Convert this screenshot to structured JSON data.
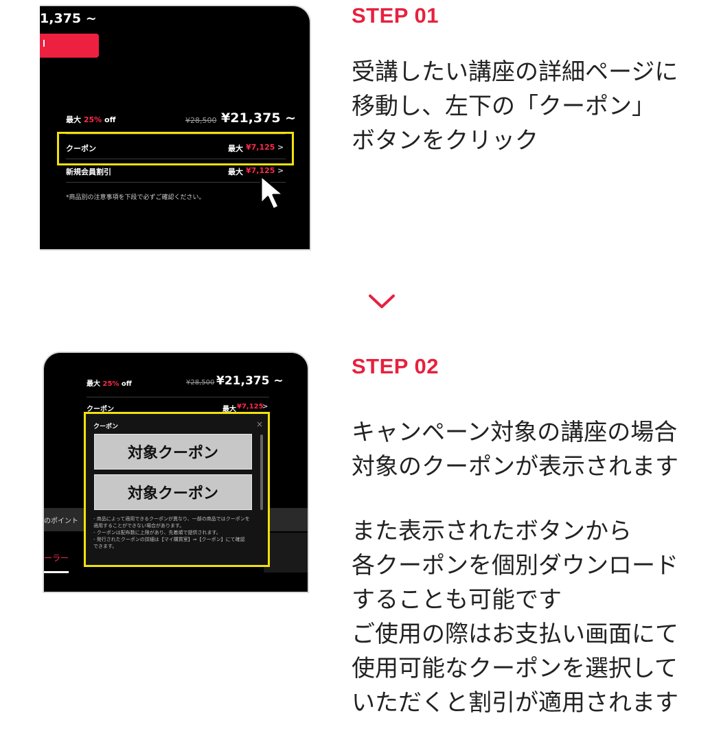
{
  "step1": {
    "title": "STEP 01",
    "desc": [
      "受講したい講座の詳細ページに",
      "移動し、左下の「クーポン」",
      "ボタンをクリック"
    ],
    "shot": {
      "top_price": "1,375 ~",
      "max_prefix": "最大",
      "discount": "25%",
      "off": "off",
      "orig_price": "¥28,500",
      "sale_price": "¥21,375 ~",
      "coupon_label": "クーポン",
      "coupon_max": "最大",
      "coupon_amount": "¥7,125",
      "member_label": "新規会員割引",
      "member_max": "最大",
      "member_amount": "¥7,125",
      "note": "*商品別の注意事項を下段で必ずご確認ください。",
      "arrow": ">"
    }
  },
  "step2": {
    "title": "STEP 02",
    "desc": [
      "キャンペーン対象の講座の場合",
      "対象のクーポンが表示されます",
      "",
      "また表示されたボタンから",
      "各クーポンを個別ダウンロード",
      "することも可能です",
      "ご使用の際はお支払い画面にて",
      "使用可能なクーポンを選択して",
      "いただくと割引が適用されます"
    ],
    "shot": {
      "max_prefix": "最大",
      "discount": "25%",
      "off": "off",
      "orig_price": "¥28,500",
      "sale_price": "¥21,375 ~",
      "coupon_label": "クーポン",
      "coupon_max": "最大",
      "coupon_amount": "¥7,125",
      "popup_title": "クーポン",
      "close": "×",
      "buttons": [
        "対象クーポン",
        "対象クーポン"
      ],
      "notes": [
        "- 商品によって適用できるクーポンが異なり、一部の商品ではクーポンを",
        "適用することができない場合があります。",
        "- クーポンは配布数に上限があり、先着順で提供されます。",
        "- 発行されたクーポンの詳細は【マイ購買室】⇒【クーポン】にて確認",
        "できます。"
      ],
      "side_label": "のポイント",
      "side_red": "ーラー",
      "arrow": ">"
    }
  },
  "colors": {
    "accent": "#e8203e",
    "highlight": "#f3e10c",
    "panel": "#000000"
  },
  "icons": {
    "step_chevron": "chevron-down-icon",
    "cursor": "mouse-pointer-icon"
  }
}
